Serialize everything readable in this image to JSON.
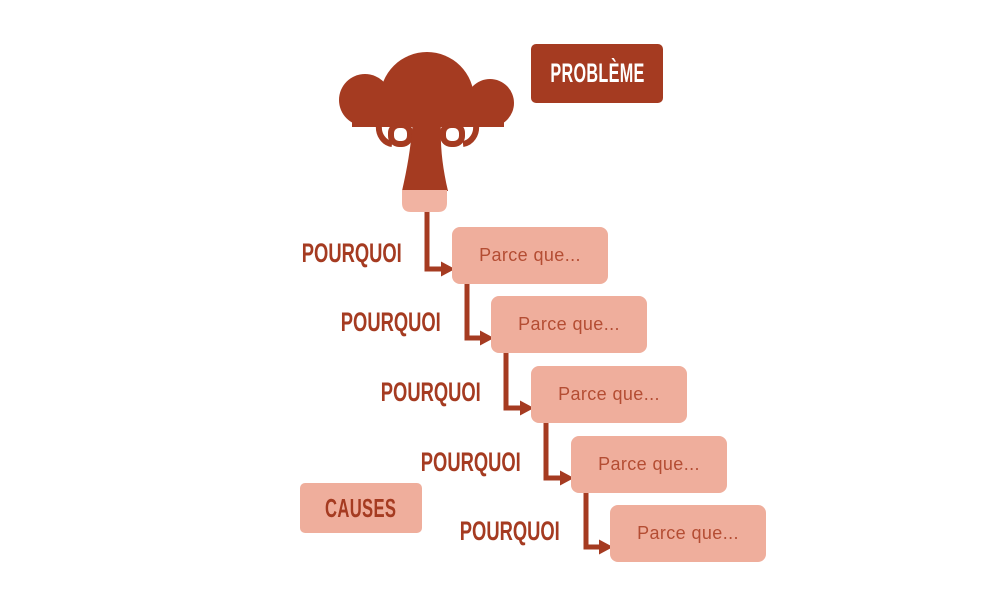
{
  "palette": {
    "rust": "#A53B21",
    "salmon": "#EFAE9C",
    "root_pink": "#F1B3A2",
    "because_text": "#B44D33",
    "problem_text": "#FFFFFF",
    "background": "#FFFFFF"
  },
  "icons": {
    "tree": "problem-tree-icon",
    "arrow": "elbow-arrow-icon"
  },
  "problem": {
    "label": "PROBLÈME"
  },
  "causes": {
    "label": "CAUSES"
  },
  "whys": [
    {
      "why_label": "POURQUOI",
      "because_label": "Parce que..."
    },
    {
      "why_label": "POURQUOI",
      "because_label": "Parce que..."
    },
    {
      "why_label": "POURQUOI",
      "because_label": "Parce que..."
    },
    {
      "why_label": "POURQUOI",
      "because_label": "Parce que..."
    },
    {
      "why_label": "POURQUOI",
      "because_label": "Parce que..."
    }
  ]
}
